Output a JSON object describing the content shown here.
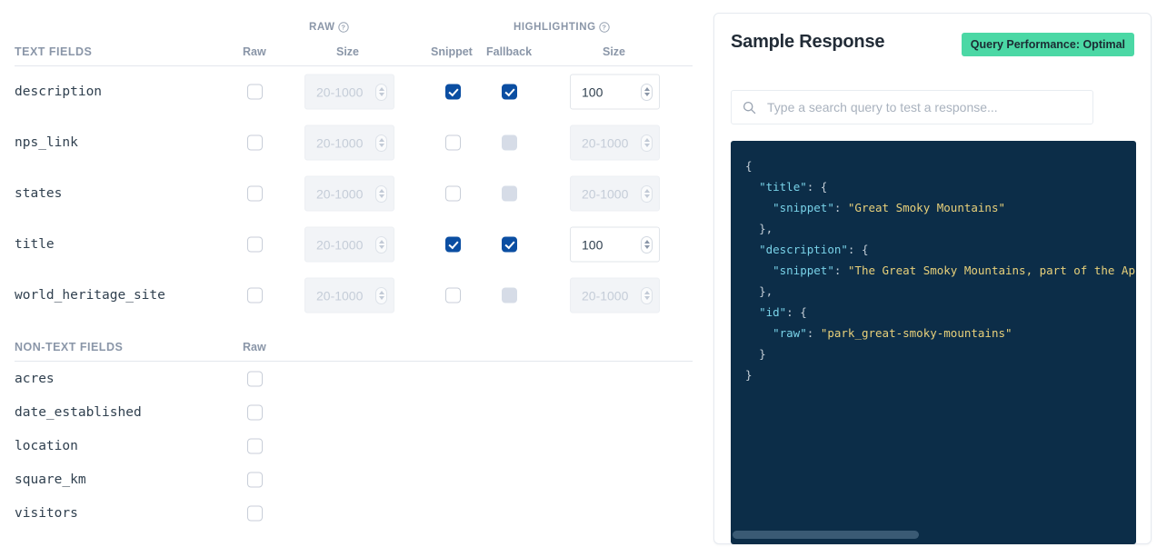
{
  "left_panel": {
    "group_headers": [
      {
        "label": "RAW",
        "help_icon": "question-circle-icon"
      },
      {
        "label": "HIGHLIGHTING",
        "help_icon": "question-circle-icon"
      }
    ],
    "text_section": {
      "section_label": "TEXT FIELDS",
      "columns": [
        "Raw",
        "Size",
        "Snippet",
        "Fallback",
        "Size"
      ],
      "rows": [
        {
          "field": "description",
          "raw": false,
          "raw_size": "",
          "raw_size_placeholder": "20-1000",
          "raw_size_enabled": false,
          "snippet": true,
          "fallback": true,
          "fallback_state": "checked",
          "hl_size": "100",
          "hl_size_placeholder": "20-1000",
          "hl_size_enabled": true
        },
        {
          "field": "nps_link",
          "raw": false,
          "raw_size": "",
          "raw_size_placeholder": "20-1000",
          "raw_size_enabled": false,
          "snippet": false,
          "fallback": false,
          "fallback_state": "disabled",
          "hl_size": "",
          "hl_size_placeholder": "20-1000",
          "hl_size_enabled": false
        },
        {
          "field": "states",
          "raw": false,
          "raw_size": "",
          "raw_size_placeholder": "20-1000",
          "raw_size_enabled": false,
          "snippet": false,
          "fallback": false,
          "fallback_state": "disabled",
          "hl_size": "",
          "hl_size_placeholder": "20-1000",
          "hl_size_enabled": false
        },
        {
          "field": "title",
          "raw": false,
          "raw_size": "",
          "raw_size_placeholder": "20-1000",
          "raw_size_enabled": false,
          "snippet": true,
          "fallback": true,
          "fallback_state": "checked",
          "hl_size": "100",
          "hl_size_placeholder": "20-1000",
          "hl_size_enabled": true
        },
        {
          "field": "world_heritage_site",
          "raw": false,
          "raw_size": "",
          "raw_size_placeholder": "20-1000",
          "raw_size_enabled": false,
          "snippet": false,
          "fallback": false,
          "fallback_state": "disabled",
          "hl_size": "",
          "hl_size_placeholder": "20-1000",
          "hl_size_enabled": false
        }
      ]
    },
    "nontext_section": {
      "section_label": "NON-TEXT FIELDS",
      "columns": [
        "Raw"
      ],
      "rows": [
        {
          "field": "acres",
          "raw": false
        },
        {
          "field": "date_established",
          "raw": false
        },
        {
          "field": "location",
          "raw": false
        },
        {
          "field": "square_km",
          "raw": false
        },
        {
          "field": "visitors",
          "raw": false
        }
      ]
    }
  },
  "right_panel": {
    "title": "Sample Response",
    "badge": {
      "label": "Query Performance: Optimal",
      "color": "#4bd8a5"
    },
    "search": {
      "value": "",
      "placeholder": "Type a search query to test a response...",
      "icon": "search-icon"
    },
    "code_block": {
      "background": "#0c2d48",
      "key_color": "#79d2e8",
      "string_color": "#e8d07a",
      "punct_color": "#c3cdd6",
      "lines": [
        {
          "indent": 0,
          "segments": [
            {
              "t": "{",
              "c": "p"
            }
          ]
        },
        {
          "indent": 1,
          "segments": [
            {
              "t": "\"title\"",
              "c": "k"
            },
            {
              "t": ": {",
              "c": "p"
            }
          ]
        },
        {
          "indent": 2,
          "segments": [
            {
              "t": "\"snippet\"",
              "c": "k"
            },
            {
              "t": ": ",
              "c": "p"
            },
            {
              "t": "\"Great Smoky Mountains\"",
              "c": "s"
            }
          ]
        },
        {
          "indent": 1,
          "segments": [
            {
              "t": "},",
              "c": "p"
            }
          ]
        },
        {
          "indent": 1,
          "segments": [
            {
              "t": "\"description\"",
              "c": "k"
            },
            {
              "t": ": {",
              "c": "p"
            }
          ]
        },
        {
          "indent": 2,
          "segments": [
            {
              "t": "\"snippet\"",
              "c": "k"
            },
            {
              "t": ": ",
              "c": "p"
            },
            {
              "t": "\"The Great Smoky Mountains, part of the Appa",
              "c": "s"
            }
          ]
        },
        {
          "indent": 1,
          "segments": [
            {
              "t": "},",
              "c": "p"
            }
          ]
        },
        {
          "indent": 1,
          "segments": [
            {
              "t": "\"id\"",
              "c": "k"
            },
            {
              "t": ": {",
              "c": "p"
            }
          ]
        },
        {
          "indent": 2,
          "segments": [
            {
              "t": "\"raw\"",
              "c": "k"
            },
            {
              "t": ": ",
              "c": "p"
            },
            {
              "t": "\"park_great-smoky-mountains\"",
              "c": "s"
            }
          ]
        },
        {
          "indent": 1,
          "segments": [
            {
              "t": "}",
              "c": "p"
            }
          ]
        },
        {
          "indent": 0,
          "segments": [
            {
              "t": "}",
              "c": "p"
            }
          ]
        }
      ],
      "scrollbar": {
        "orientation": "horizontal",
        "thumb_fraction": 0.46
      }
    }
  }
}
